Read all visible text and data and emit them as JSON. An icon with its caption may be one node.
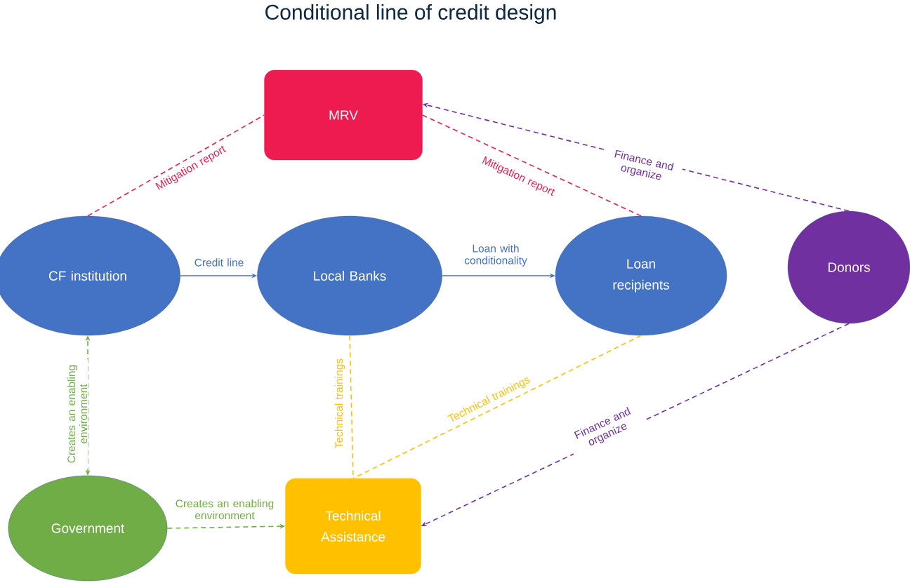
{
  "diagram": {
    "title": "Conditional line of credit design",
    "nodes": [
      {
        "text": [
          "MRV"
        ]
      },
      {
        "text": [
          "CF institution"
        ]
      },
      {
        "text": [
          "Local Banks"
        ]
      },
      {
        "text": [
          "Loan recipients"
        ]
      },
      {
        "text": [
          "Donors"
        ]
      },
      {
        "text": [
          "Government"
        ]
      },
      {
        "text": [
          "Technical Assistance"
        ]
      }
    ],
    "edges": [
      {
        "from": 1,
        "to": 0,
        "arrow": "none",
        "label": "Mitigation report",
        "style": "dashed",
        "color": "#ed1b4f"
      },
      {
        "from": 3,
        "to": 0,
        "arrow": "none",
        "label": "Mitigation report",
        "style": "dashed",
        "color": "#ed1b4f"
      },
      {
        "from": 4,
        "to": 0,
        "arrow": "to",
        "label": "Finance and organize",
        "style": "dashed",
        "color": "#7030a0"
      },
      {
        "from": 1,
        "to": 2,
        "arrow": "to",
        "label": "Credit line",
        "color": "#4472c4"
      },
      {
        "from": 2,
        "to": 3,
        "arrow": "to",
        "label": "Loan with conditionality",
        "color": "#4472c4"
      },
      {
        "from": 5,
        "to": 1,
        "arrow": "both",
        "label": "Creates an enabling environment",
        "style": "dashed",
        "color": "#70ad47"
      },
      {
        "from": 5,
        "to": 6,
        "arrow": "to",
        "label": "Creates an enabling environment",
        "style": "dashed",
        "color": "#70ad47"
      },
      {
        "from": 2,
        "to": 6,
        "arrow": "none",
        "label": "Technical trainings",
        "style": "dashed",
        "color": "#ffc000"
      },
      {
        "from": 3,
        "to": 6,
        "arrow": "none",
        "label": "Technical trainings",
        "style": "dashed",
        "color": "#ffc000"
      },
      {
        "from": 4,
        "to": 6,
        "arrow": "to",
        "label": "Finance and organize",
        "style": "dashed",
        "color": "#7030a0"
      }
    ]
  }
}
